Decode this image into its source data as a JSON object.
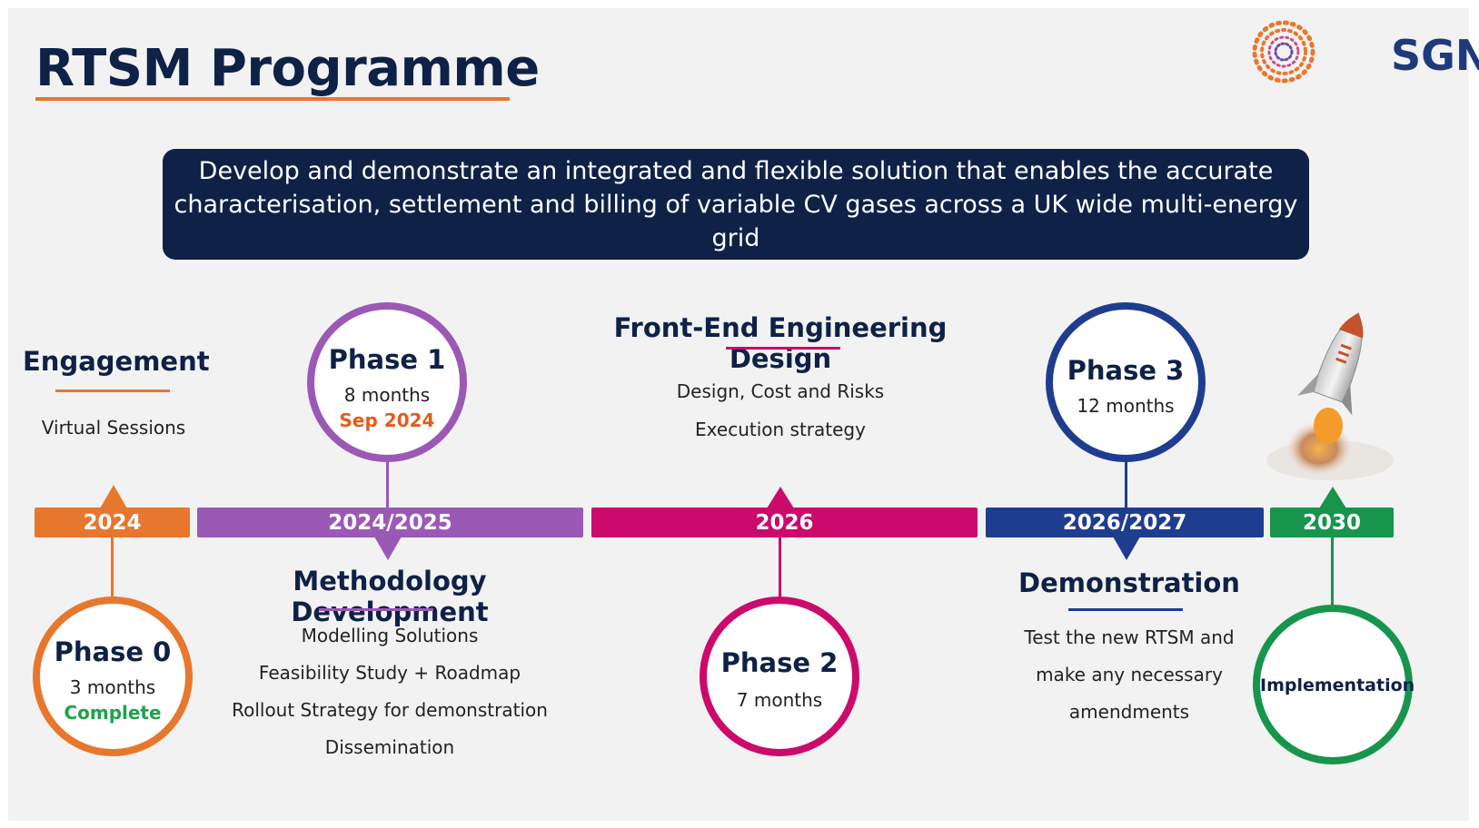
{
  "title": "RTSM Programme",
  "logo": {
    "text": "SGN"
  },
  "banner": {
    "line1": "Develop and demonstrate an integrated and flexible solution that enables the accurate",
    "line2": "characterisation, settlement and billing of variable CV gases across a UK wide multi-energy grid"
  },
  "timeline": [
    {
      "year": "2024",
      "color": "#e8772e"
    },
    {
      "year": "2024/2025",
      "color": "#9b59b6"
    },
    {
      "year": "2026",
      "color": "#cc0a6c"
    },
    {
      "year": "2026/2027",
      "color": "#1f3d8f"
    },
    {
      "year": "2030",
      "color": "#17954c"
    }
  ],
  "phases": {
    "phase0": {
      "name": "Phase 0",
      "duration": "3 months",
      "status": "Complete",
      "status_color": "#1fa34a"
    },
    "phase1": {
      "name": "Phase 1",
      "duration": "8 months",
      "status": "Sep 2024",
      "status_color": "#e25c1c"
    },
    "phase2": {
      "name": "Phase 2",
      "duration": "7 months"
    },
    "phase3": {
      "name": "Phase 3",
      "duration": "12 months"
    },
    "implementation": {
      "name": "Implementation"
    }
  },
  "sections": {
    "engagement": {
      "heading": "Engagement",
      "items": [
        "Virtual Sessions"
      ]
    },
    "methodology": {
      "heading": "Methodology Development",
      "items": [
        "Modelling Solutions",
        "Feasibility Study + Roadmap",
        "Rollout Strategy for demonstration",
        "Dissemination"
      ]
    },
    "feed": {
      "heading": "Front-End Engineering Design",
      "items": [
        "Design, Cost and Risks",
        "Execution strategy"
      ]
    },
    "demonstration": {
      "heading": "Demonstration",
      "items": [
        "Test the new RTSM and",
        "make any necessary",
        "amendments"
      ]
    }
  }
}
